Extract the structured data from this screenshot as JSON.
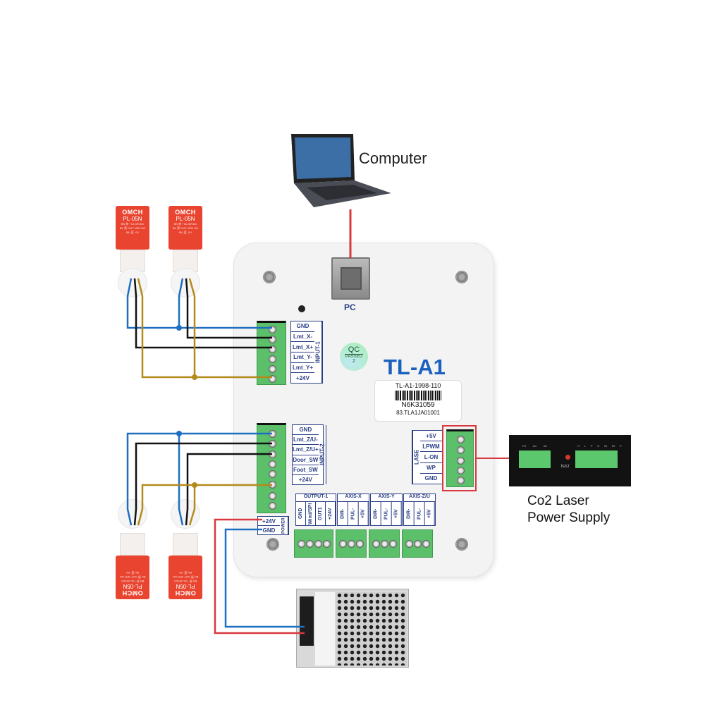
{
  "computer": {
    "label": "Computer"
  },
  "controller": {
    "model": "TL-A1",
    "pc_port_label": "PC",
    "qc_sticker": {
      "top": "QC",
      "mid": "PASSED",
      "num": "2"
    },
    "serial_label": {
      "line1": "TL-A1-1998-110",
      "line2": "N6K31059",
      "line3": "83.TLA1JA01001"
    },
    "input1": {
      "title": "INPUT-1",
      "pins": [
        "GND",
        "Lmt_X-",
        "Lmt_X+",
        "Lmt_Y-",
        "Lmt_Y+",
        "+24V"
      ]
    },
    "input2": {
      "title": "INPUT-2",
      "pins": [
        "GND",
        "Lmt_Z/U-",
        "Lmt_Z/U+",
        "Door_SW",
        "Foot_SW",
        "+24V"
      ]
    },
    "laser": {
      "title": "LASE",
      "pins": [
        "+5V",
        "LPWM",
        "L-ON",
        "WP",
        "GND"
      ]
    },
    "power": {
      "title": "POWER",
      "pins": [
        "+24V",
        "GND"
      ]
    },
    "bottom_groups": [
      {
        "title": "OUTPUT-1",
        "pins": [
          "GND",
          "Wind/SPI",
          "OUT1",
          "+24V"
        ]
      },
      {
        "title": "AXIS-X",
        "pins": [
          "DIR-",
          "PUL-",
          "+5V"
        ]
      },
      {
        "title": "AXIS-Y",
        "pins": [
          "DIR-",
          "PUL-",
          "+5V"
        ]
      },
      {
        "title": "AXIS-Z/U",
        "pins": [
          "DIR-",
          "PUL-",
          "+5V"
        ]
      }
    ]
  },
  "sensors": {
    "brand": "OMCH",
    "model": "PL-05N",
    "spec": [
      "BN 棕 +10-30VDC",
      "BK 黑 OUT NPN NO",
      "BU 蓝 -0V"
    ]
  },
  "laser_psu": {
    "label_line1": "Co2 Laser",
    "label_line2": "Power Supply",
    "left_pins": [
      "FG",
      "AC",
      "AC"
    ],
    "right_pins": [
      "H",
      "L",
      "P",
      "G",
      "IN",
      "5V"
    ],
    "extra_pin": "P",
    "test_label": "TEST"
  },
  "colors": {
    "wire_blue": "#1f6fc0",
    "wire_black": "#111111",
    "wire_brown": "#b38a1c",
    "wire_red": "#d8383e",
    "brand_blue": "#1b5fbf",
    "terminal_green": "#5cbf6a"
  }
}
